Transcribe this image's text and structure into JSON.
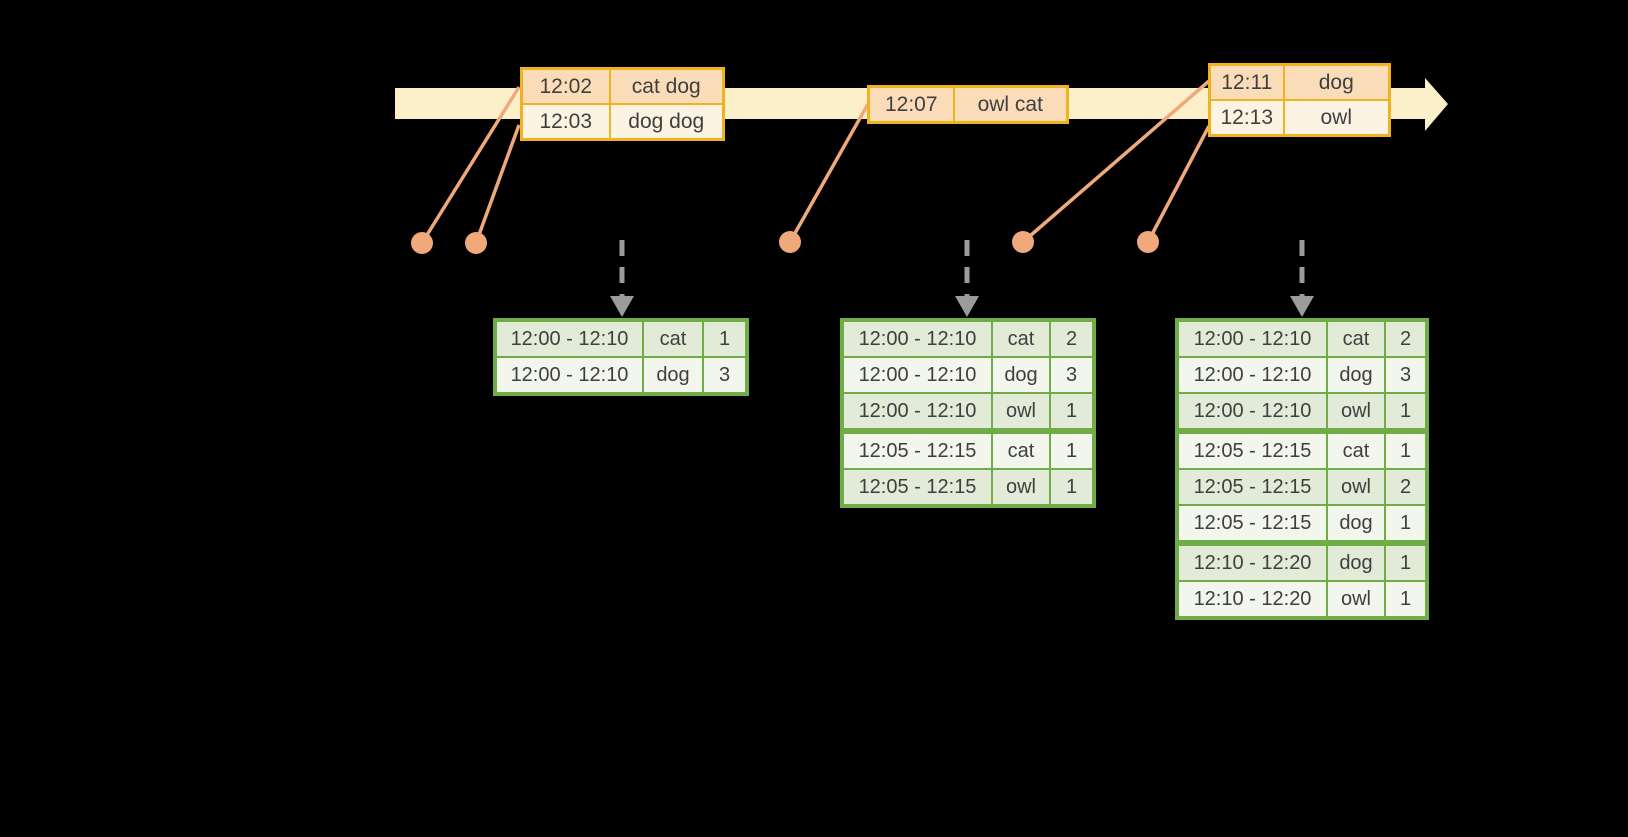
{
  "colors": {
    "background": "#000000",
    "timeline_fill": "#FCF0CB",
    "event_table_border": "#EFB320",
    "event_row_dark": "#FADDB8",
    "event_row_light": "#FDF3E3",
    "event_marker": "#F0A97B",
    "trigger_arrow": "#9B9B9B",
    "result_table_border": "#70AD47",
    "result_row_dark": "#E2EAD8",
    "result_row_light": "#F2F6EC",
    "text": "#3F3F3F"
  },
  "event_tables": [
    {
      "rows": [
        {
          "time": "12:02",
          "words": "cat dog"
        },
        {
          "time": "12:03",
          "words": "dog dog"
        }
      ]
    },
    {
      "rows": [
        {
          "time": "12:07",
          "words": "owl cat"
        }
      ]
    },
    {
      "rows": [
        {
          "time": "12:11",
          "words": "dog"
        },
        {
          "time": "12:13",
          "words": "owl"
        }
      ]
    }
  ],
  "result_tables": [
    {
      "rows": [
        {
          "window": "12:00 - 12:10",
          "word": "cat",
          "count": "1"
        },
        {
          "window": "12:00 - 12:10",
          "word": "dog",
          "count": "3"
        }
      ]
    },
    {
      "rows": [
        {
          "window": "12:00 - 12:10",
          "word": "cat",
          "count": "2"
        },
        {
          "window": "12:00 - 12:10",
          "word": "dog",
          "count": "3"
        },
        {
          "window": "12:00 - 12:10",
          "word": "owl",
          "count": "1"
        },
        {
          "window": "12:05 - 12:15",
          "word": "cat",
          "count": "1"
        },
        {
          "window": "12:05 - 12:15",
          "word": "owl",
          "count": "1"
        }
      ]
    },
    {
      "rows": [
        {
          "window": "12:00 - 12:10",
          "word": "cat",
          "count": "2"
        },
        {
          "window": "12:00 - 12:10",
          "word": "dog",
          "count": "3"
        },
        {
          "window": "12:00 - 12:10",
          "word": "owl",
          "count": "1"
        },
        {
          "window": "12:05 - 12:15",
          "word": "cat",
          "count": "1"
        },
        {
          "window": "12:05 - 12:15",
          "word": "owl",
          "count": "2"
        },
        {
          "window": "12:05 - 12:15",
          "word": "dog",
          "count": "1"
        },
        {
          "window": "12:10 - 12:20",
          "word": "dog",
          "count": "1"
        },
        {
          "window": "12:10 - 12:20",
          "word": "owl",
          "count": "1"
        }
      ]
    }
  ]
}
